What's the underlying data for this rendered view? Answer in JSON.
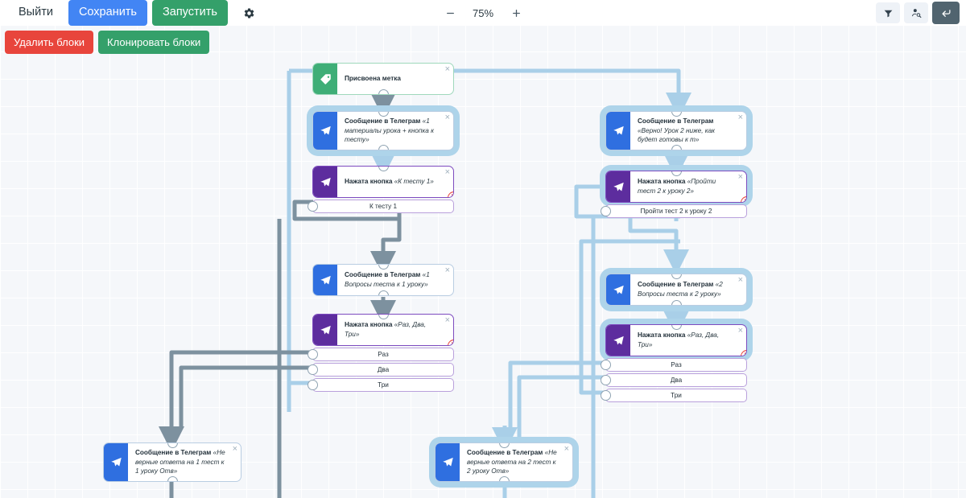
{
  "toolbar": {
    "exit_label": "Выйти",
    "save_label": "Сохранить",
    "run_label": "Запустить",
    "settings_icon": "gear-icon",
    "zoom_out_icon": "minus-icon",
    "zoom_in_icon": "plus-icon",
    "zoom_value": "75%",
    "filter_icon": "filter-icon",
    "user_search_icon": "user-search-icon",
    "collapse_icon": "enter-arrow-icon"
  },
  "subtoolbar": {
    "delete_blocks_label": "Удалить блоки",
    "clone_blocks_label": "Клонировать блоки"
  },
  "colors": {
    "save_blue": "#4285f4",
    "run_green": "#34a06a",
    "delete_red": "#e8453c",
    "telegram_blue": "#2f6fe0",
    "telegram_purple": "#5d2d9e",
    "tag_green": "#3fae77",
    "wire_light": "#a9cfe8",
    "wire_gray": "#7d919f",
    "highlight_glow": "#aed4ea",
    "canvas_bg": "#f5f7fa"
  },
  "nodes": [
    {
      "id": "tag-assigned",
      "type": "tag",
      "icon": "tag-icon",
      "title": "Присвоена метка",
      "subtitle": "",
      "highlighted": false,
      "error": false,
      "options": []
    },
    {
      "id": "msg-lesson1-materials",
      "type": "telegram-message",
      "icon": "telegram-icon",
      "title": "Сообщение в Телеграм",
      "subtitle": "«1 материалы урока + кнопка к тесту»",
      "highlighted": true,
      "error": false,
      "options": []
    },
    {
      "id": "btn-k-testu-1",
      "type": "telegram-button",
      "icon": "telegram-icon",
      "title": "Нажата кнопка",
      "subtitle": "«К тесту 1»",
      "highlighted": false,
      "error": true,
      "options": [
        "К тесту 1"
      ]
    },
    {
      "id": "msg-questions-1",
      "type": "telegram-message",
      "icon": "telegram-icon",
      "title": "Сообщение в Телеграм",
      "subtitle": "«1 Вопросы теста к 1 уроку»",
      "highlighted": false,
      "error": false,
      "options": []
    },
    {
      "id": "btn-raz-dva-tri-1",
      "type": "telegram-button",
      "icon": "telegram-icon",
      "title": "Нажата кнопка",
      "subtitle": "«Раз, Два, Три»",
      "highlighted": false,
      "error": true,
      "options": [
        "Раз",
        "Два",
        "Три"
      ]
    },
    {
      "id": "msg-wrong-1",
      "type": "telegram-message",
      "icon": "telegram-icon",
      "title": "Сообщение в Телеграм",
      "subtitle": "«Не верные ответа на 1 тест к 1 уроку Отв»",
      "highlighted": false,
      "error": false,
      "options": []
    },
    {
      "id": "msg-correct-lesson2",
      "type": "telegram-message",
      "icon": "telegram-icon",
      "title": "Сообщение в Телеграм",
      "subtitle": "«Верно! Урок 2 ниже, как будет готовы к т»",
      "highlighted": true,
      "error": false,
      "options": []
    },
    {
      "id": "btn-test2-lesson2",
      "type": "telegram-button",
      "icon": "telegram-icon",
      "title": "Нажата кнопка",
      "subtitle": "«Пройти тест 2 к уроку 2»",
      "highlighted": true,
      "error": true,
      "options": [
        "Пройти тест 2 к уроку 2"
      ]
    },
    {
      "id": "msg-questions-2",
      "type": "telegram-message",
      "icon": "telegram-icon",
      "title": "Сообщение в Телеграм",
      "subtitle": "«2 Вопросы теста к 2 уроку»",
      "highlighted": true,
      "error": false,
      "options": []
    },
    {
      "id": "btn-raz-dva-tri-2",
      "type": "telegram-button",
      "icon": "telegram-icon",
      "title": "Нажата кнопка",
      "subtitle": "«Раз, Два, Три»",
      "highlighted": true,
      "error": true,
      "options": [
        "Раз",
        "Два",
        "Три"
      ]
    },
    {
      "id": "msg-wrong-2",
      "type": "telegram-message",
      "icon": "telegram-icon",
      "title": "Сообщение в Телеграм",
      "subtitle": "«Не верные ответа на 2 тест к 2 уроку Отв»",
      "highlighted": true,
      "error": false,
      "options": []
    }
  ],
  "close_label": "×",
  "error_label": "✕"
}
